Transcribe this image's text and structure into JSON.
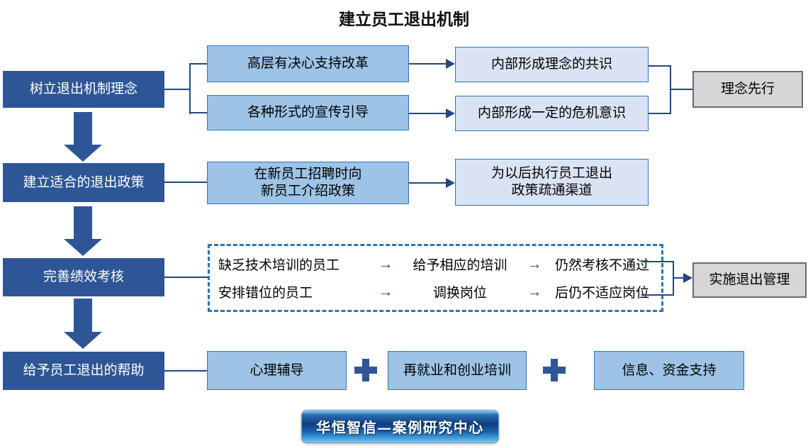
{
  "title": "建立员工退出机制",
  "stage1": {
    "left": "树立退出机制理念",
    "mid1": "高层有决心支持改革",
    "mid2": "各种形式的宣传引导",
    "out1": "内部形成理念的共识",
    "out2": "内部形成一定的危机意识",
    "result": "理念先行"
  },
  "stage2": {
    "left": "建立适合的退出政策",
    "mid_line1": "在新员工招聘时向",
    "mid_line2": "新员工介绍政策",
    "out_line1": "为以后执行员工退出",
    "out_line2": "政策疏通渠道"
  },
  "stage3": {
    "left": "完善绩效考核",
    "arrow": "→",
    "case1": {
      "cause": "缺乏技术培训的员工",
      "action": "给予相应的培训",
      "outcome": "仍然考核不通过"
    },
    "case2": {
      "cause": "安排错位的员工",
      "action": "调换岗位",
      "outcome": "后仍不适应岗位"
    },
    "result": "实施退出管理"
  },
  "stage4": {
    "left": "给予员工退出的帮助",
    "item1": "心理辅导",
    "item2": "再就业和创业培训",
    "item3": "信息、资金支持"
  },
  "footer": {
    "banner": "华恒智信—案例研究中心"
  },
  "colors": {
    "dark_blue": "#2E5697",
    "medium_blue": "#9DC3E6",
    "pale_blue": "#DAE3F3",
    "gray": "#D6D6D6",
    "connector": "#24477E",
    "dashed_border": "#2E75B6"
  }
}
